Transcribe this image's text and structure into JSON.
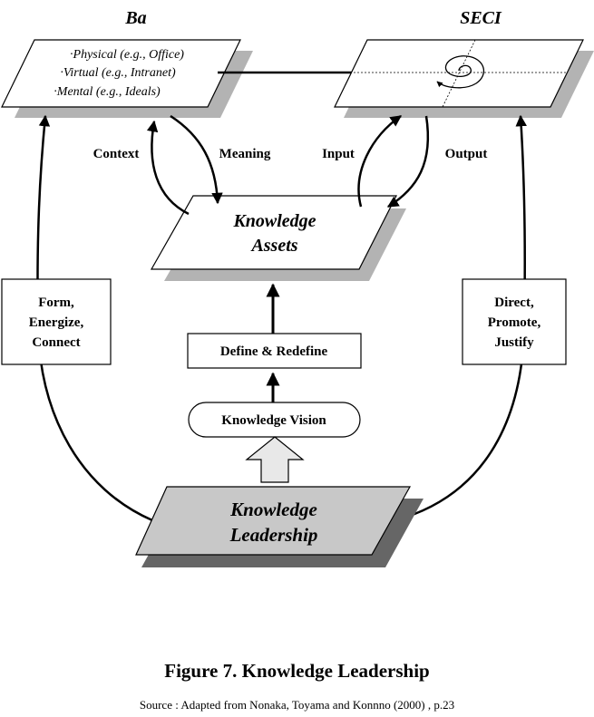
{
  "ba": {
    "title": "Ba",
    "items": [
      "·Physical (e.g., Office)",
      "·Virtual (e.g., Intranet)",
      "·Mental (e.g., Ideals)"
    ]
  },
  "seci": {
    "title": "SECI"
  },
  "arrows": {
    "context": "Context",
    "meaning": "Meaning",
    "input": "Input",
    "output": "Output"
  },
  "assets": {
    "line1": "Knowledge",
    "line2": "Assets"
  },
  "left_box": {
    "lines": [
      "Form,",
      "Energize,",
      "Connect"
    ]
  },
  "right_box": {
    "lines": [
      "Direct,",
      "Promote,",
      "Justify"
    ]
  },
  "define": {
    "label": "Define & Redefine"
  },
  "vision": {
    "label": "Knowledge Vision"
  },
  "leadership": {
    "line1": "Knowledge",
    "line2": "Leadership"
  },
  "caption": {
    "title": "Figure 7.  Knowledge Leadership",
    "source": "Source :  Adapted from Nonaka, Toyama and Konnno (2000) , p.23"
  },
  "colors": {
    "shadow": "#b3b3b3",
    "leadership_fill": "#c8c8c8",
    "leadership_shadow": "#666666",
    "hollow_arrow": "#e8e8e8"
  }
}
